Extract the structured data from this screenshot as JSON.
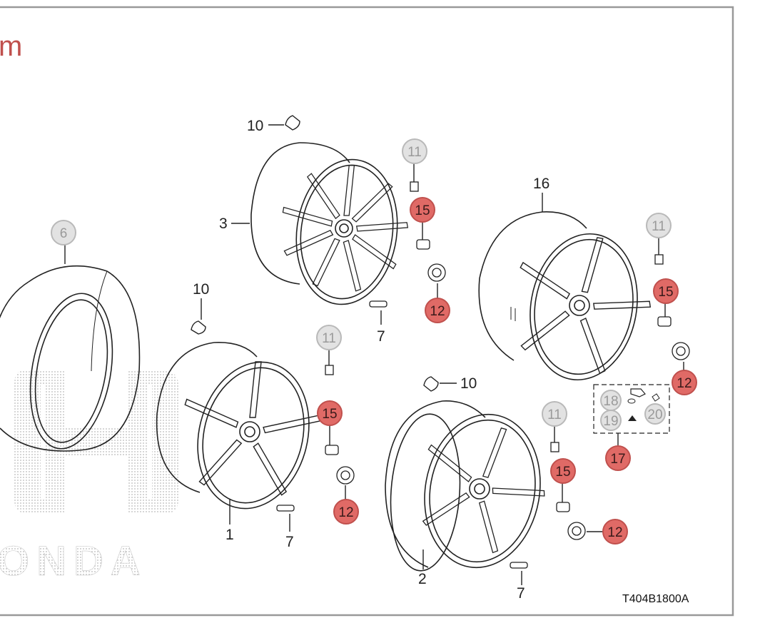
{
  "title": "m",
  "diagram_code": "T404B1800A",
  "watermark": {
    "text": "ONDA"
  },
  "colors": {
    "border": "#999999",
    "title": "#c0504d",
    "highlight_fill": "#e06a66",
    "highlight_stroke": "#c0504d",
    "neutral_fill": "#e2e2e2",
    "neutral_stroke": "#b9b9b9",
    "line": "#222222",
    "watermark": "#b4b4b4"
  },
  "part_labels": [
    {
      "id": "l10a",
      "text": "10"
    },
    {
      "id": "l3",
      "text": "3"
    },
    {
      "id": "l10b",
      "text": "10"
    },
    {
      "id": "l7a",
      "text": "7"
    },
    {
      "id": "l16",
      "text": "16"
    },
    {
      "id": "l1",
      "text": "1"
    },
    {
      "id": "l7b",
      "text": "7"
    },
    {
      "id": "l10c",
      "text": "10"
    },
    {
      "id": "l2",
      "text": "2"
    },
    {
      "id": "l7c",
      "text": "7"
    }
  ],
  "callouts": [
    {
      "id": "c11a",
      "text": "11",
      "highlight": false
    },
    {
      "id": "c15a",
      "text": "15",
      "highlight": true
    },
    {
      "id": "c12a",
      "text": "12",
      "highlight": true
    },
    {
      "id": "c6",
      "text": "6",
      "highlight": false
    },
    {
      "id": "c11b",
      "text": "11",
      "highlight": false
    },
    {
      "id": "c15b",
      "text": "15",
      "highlight": true
    },
    {
      "id": "c12b",
      "text": "12",
      "highlight": true
    },
    {
      "id": "c11c",
      "text": "11",
      "highlight": false
    },
    {
      "id": "c15c",
      "text": "15",
      "highlight": true
    },
    {
      "id": "c12c",
      "text": "12",
      "highlight": true
    },
    {
      "id": "c18",
      "text": "18",
      "highlight": false
    },
    {
      "id": "c19",
      "text": "19",
      "highlight": false
    },
    {
      "id": "c20",
      "text": "20",
      "highlight": false
    },
    {
      "id": "c17",
      "text": "17",
      "highlight": true
    },
    {
      "id": "c11d",
      "text": "11",
      "highlight": false
    },
    {
      "id": "c15d",
      "text": "15",
      "highlight": true
    },
    {
      "id": "c12d",
      "text": "12",
      "highlight": true
    }
  ]
}
